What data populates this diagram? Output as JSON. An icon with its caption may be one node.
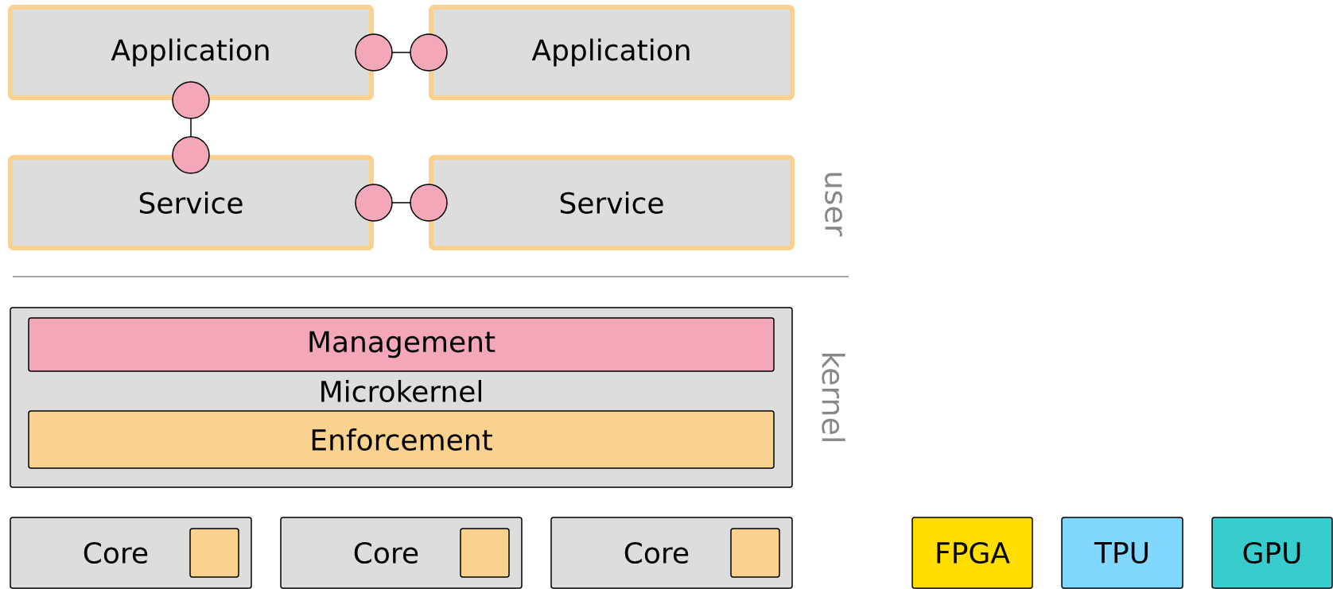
{
  "diagram": {
    "nodes": [
      {
        "text": [
          "Application"
        ]
      },
      {
        "text": [
          "Application"
        ]
      },
      {
        "text": [
          "Service"
        ]
      },
      {
        "text": [
          "Service"
        ]
      },
      {
        "text": [
          "Microkernel"
        ]
      },
      {
        "text": [
          "Management"
        ],
        "in": 4
      },
      {
        "text": [
          "Enforcement"
        ],
        "in": 4
      },
      {
        "text": [
          "Core"
        ]
      },
      {
        "text": [],
        "shape": "box",
        "in": 7
      },
      {
        "text": [
          "Core"
        ]
      },
      {
        "text": [],
        "shape": "box",
        "in": 9
      },
      {
        "text": [
          "Core"
        ]
      },
      {
        "text": [],
        "shape": "box",
        "in": 11
      },
      {
        "text": [
          "FPGA"
        ]
      },
      {
        "text": [
          "TPU"
        ]
      },
      {
        "text": [
          "GPU"
        ]
      }
    ],
    "edges": [
      {
        "from": 0,
        "to": 1,
        "arrow": "other"
      },
      {
        "from": 0,
        "to": 2,
        "arrow": "other"
      },
      {
        "from": 2,
        "to": 3,
        "arrow": "other"
      }
    ],
    "labels": [
      "user",
      "kernel"
    ]
  }
}
